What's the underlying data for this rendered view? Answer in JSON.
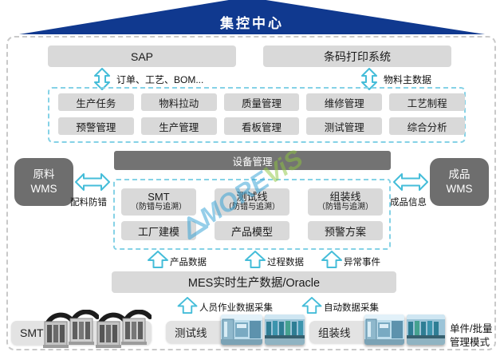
{
  "banner": {
    "title": "集控中心"
  },
  "systems": {
    "sap": "SAP",
    "barcode": "条码打印系统"
  },
  "system_arrows": {
    "left": "订单、工艺、BOM...",
    "right": "物料主数据"
  },
  "modules": {
    "row1": [
      "生产任务",
      "物料拉动",
      "质量管理",
      "维修管理",
      "工艺制程"
    ],
    "row2": [
      "预警管理",
      "生产管理",
      "看板管理",
      "测试管理",
      "综合分析"
    ]
  },
  "equipment": {
    "label": "设备管理"
  },
  "wms": {
    "left": {
      "line1": "原料",
      "line2": "WMS",
      "arrow_label": "配料防错"
    },
    "right": {
      "line1": "成品",
      "line2": "WMS",
      "arrow_label": "成品信息"
    }
  },
  "lines": {
    "row1": [
      {
        "title": "SMT",
        "subtitle": "（防错与追溯）"
      },
      {
        "title": "测试线",
        "subtitle": "（防错与追溯）"
      },
      {
        "title": "组装线",
        "subtitle": "（防错与追溯）"
      }
    ],
    "row2": [
      "工厂建模",
      "产品模型",
      "预警方案"
    ]
  },
  "data_flows": [
    "产品数据",
    "过程数据",
    "异常事件"
  ],
  "database": {
    "label": "MES实时生产数据/Oracle"
  },
  "collection": [
    "人员作业数据采集",
    "自动数据采集"
  ],
  "shopfloor": {
    "smt": "SMT",
    "test": "测试线",
    "assembly": "组装线",
    "note_line1": "单件/批量",
    "note_line2": "管理模式"
  },
  "watermark": {
    "part1": "MORE",
    "part2": "ViS"
  },
  "colors": {
    "banner_blue": "#10398f",
    "arrow_cyan": "#45bdd9",
    "light_gray_box": "#d9d9d9",
    "dark_gray_box": "#6e6e6e",
    "dashed_blue": "#85d2e6",
    "watermark_blue": "#2e9fd4",
    "watermark_green": "#8dc63f"
  }
}
